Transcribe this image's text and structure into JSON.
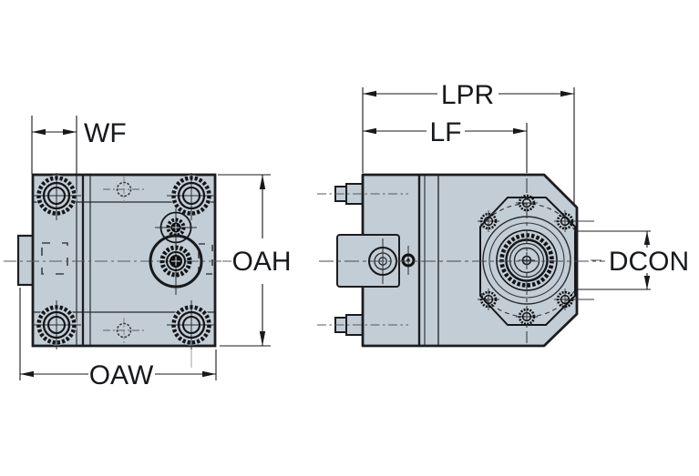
{
  "drawing": {
    "type": "technical-dimension-drawing",
    "views": {
      "front_view": {
        "dimension_labels": {
          "wf": "WF",
          "oah": "OAH",
          "oaw": "OAW"
        }
      },
      "side_view": {
        "dimension_labels": {
          "lpr": "LPR",
          "lf": "LF",
          "dcon": "DCON"
        }
      }
    },
    "labels": {
      "wf": "WF",
      "oah": "OAH",
      "oaw": "OAW",
      "lpr": "LPR",
      "lf": "LF",
      "dcon": "DCON"
    },
    "colors": {
      "background": "#ffffff",
      "body_fill": "#c3cdd5",
      "outline": "#1b1d20",
      "dimension_line": "#17191c",
      "centerline_gray": "#55595e"
    }
  }
}
